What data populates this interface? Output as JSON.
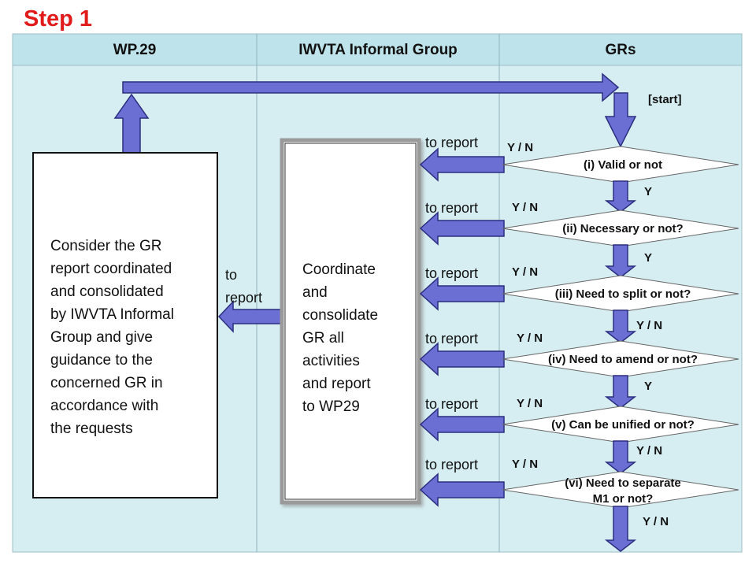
{
  "step_title": "Step 1",
  "columns": [
    "WP.29",
    "IWVTA Informal Group",
    "GRs"
  ],
  "wp29_box": {
    "lines": [
      "Consider the GR",
      "report coordinated",
      "and consolidated",
      "by IWVTA Informal",
      "Group and give",
      "guidance to the",
      "concerned GR in",
      "accordance with",
      "the requests"
    ]
  },
  "iwvta_box": {
    "lines": [
      "Coordinate",
      "and",
      "consolidate",
      "GR all",
      "activities",
      "and report",
      "to WP29"
    ]
  },
  "to_report_left": [
    "to",
    "report"
  ],
  "start_label": "[start]",
  "decisions": [
    {
      "lines": [
        "(i) Valid or not"
      ],
      "answer_top": "Y / N",
      "answer_below": "Y",
      "report_label": "to report"
    },
    {
      "lines": [
        "(ii) Necessary or not?"
      ],
      "answer_top": "Y / N",
      "answer_below": "Y",
      "report_label": "to report"
    },
    {
      "lines": [
        "(iii) Need to split or not?"
      ],
      "answer_top": "Y / N",
      "answer_below": "Y / N",
      "report_label": "to report"
    },
    {
      "lines": [
        "(iv) Need to amend or not?"
      ],
      "answer_top": "Y / N",
      "answer_below": "Y",
      "report_label": "to report"
    },
    {
      "lines": [
        "(v) Can be unified or not?"
      ],
      "answer_top": "Y / N",
      "answer_below": "Y / N",
      "report_label": "to report"
    },
    {
      "lines": [
        "(vi) Need to separate",
        "M1 or not?"
      ],
      "answer_top": "Y / N",
      "answer_below": "Y / N",
      "report_label": "to report"
    }
  ],
  "colors": {
    "title_red": "#e11a1a",
    "header_fill": "#bfe3ea",
    "body_fill": "#d6eef2",
    "arrow_fill": "#6b6fd3",
    "arrow_stroke": "#2c2e80"
  }
}
